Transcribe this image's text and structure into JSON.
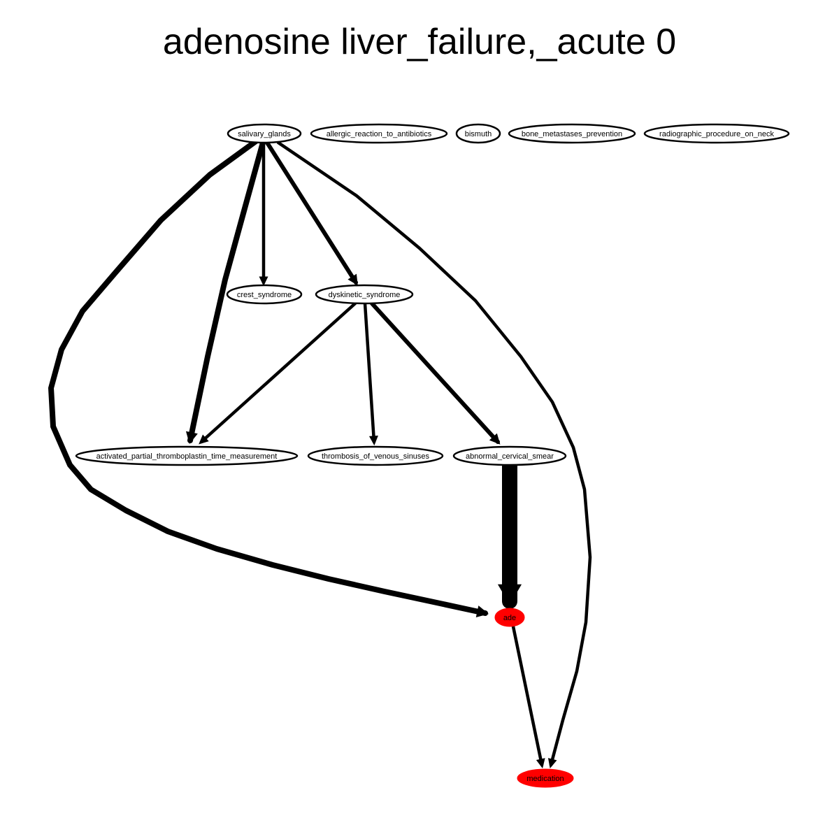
{
  "title": "adenosine liver_failure,_acute 0",
  "colors": {
    "highlight": "#ff0000",
    "edge": "#000000",
    "node_fill": "#ffffff"
  },
  "nodes": [
    {
      "id": "salivary_glands",
      "label": "salivary_glands",
      "highlight": false
    },
    {
      "id": "allergic_reaction_to_antibiotics",
      "label": "allergic_reaction_to_antibiotics",
      "highlight": false
    },
    {
      "id": "bismuth",
      "label": "bismuth",
      "highlight": false
    },
    {
      "id": "bone_metastases_prevention",
      "label": "bone_metastases_prevention",
      "highlight": false
    },
    {
      "id": "radiographic_procedure_on_neck",
      "label": "radiographic_procedure_on_neck",
      "highlight": false
    },
    {
      "id": "crest_syndrome",
      "label": "crest_syndrome",
      "highlight": false
    },
    {
      "id": "dyskinetic_syndrome",
      "label": "dyskinetic_syndrome",
      "highlight": false
    },
    {
      "id": "activated_partial_thromboplastin_time_measurement",
      "label": "activated_partial_thromboplastin_time_measurement",
      "highlight": false
    },
    {
      "id": "thrombosis_of_venous_sinuses",
      "label": "thrombosis_of_venous_sinuses",
      "highlight": false
    },
    {
      "id": "abnormal_cervical_smear",
      "label": "abnormal_cervical_smear",
      "highlight": false
    },
    {
      "id": "ade",
      "label": "ade",
      "highlight": true
    },
    {
      "id": "medication",
      "label": "medication",
      "highlight": true
    }
  ],
  "edges": [
    {
      "from": "salivary_glands",
      "to": "crest_syndrome",
      "weight": 2
    },
    {
      "from": "salivary_glands",
      "to": "dyskinetic_syndrome",
      "weight": 3
    },
    {
      "from": "salivary_glands",
      "to": "activated_partial_thromboplastin_time_measurement",
      "weight": 4
    },
    {
      "from": "salivary_glands",
      "to": "ade",
      "weight": 4
    },
    {
      "from": "salivary_glands",
      "to": "medication",
      "weight": 2
    },
    {
      "from": "dyskinetic_syndrome",
      "to": "activated_partial_thromboplastin_time_measurement",
      "weight": 2
    },
    {
      "from": "dyskinetic_syndrome",
      "to": "thrombosis_of_venous_sinuses",
      "weight": 2
    },
    {
      "from": "dyskinetic_syndrome",
      "to": "abnormal_cervical_smear",
      "weight": 3
    },
    {
      "from": "abnormal_cervical_smear",
      "to": "ade",
      "weight": 8
    },
    {
      "from": "ade",
      "to": "medication",
      "weight": 2
    }
  ]
}
